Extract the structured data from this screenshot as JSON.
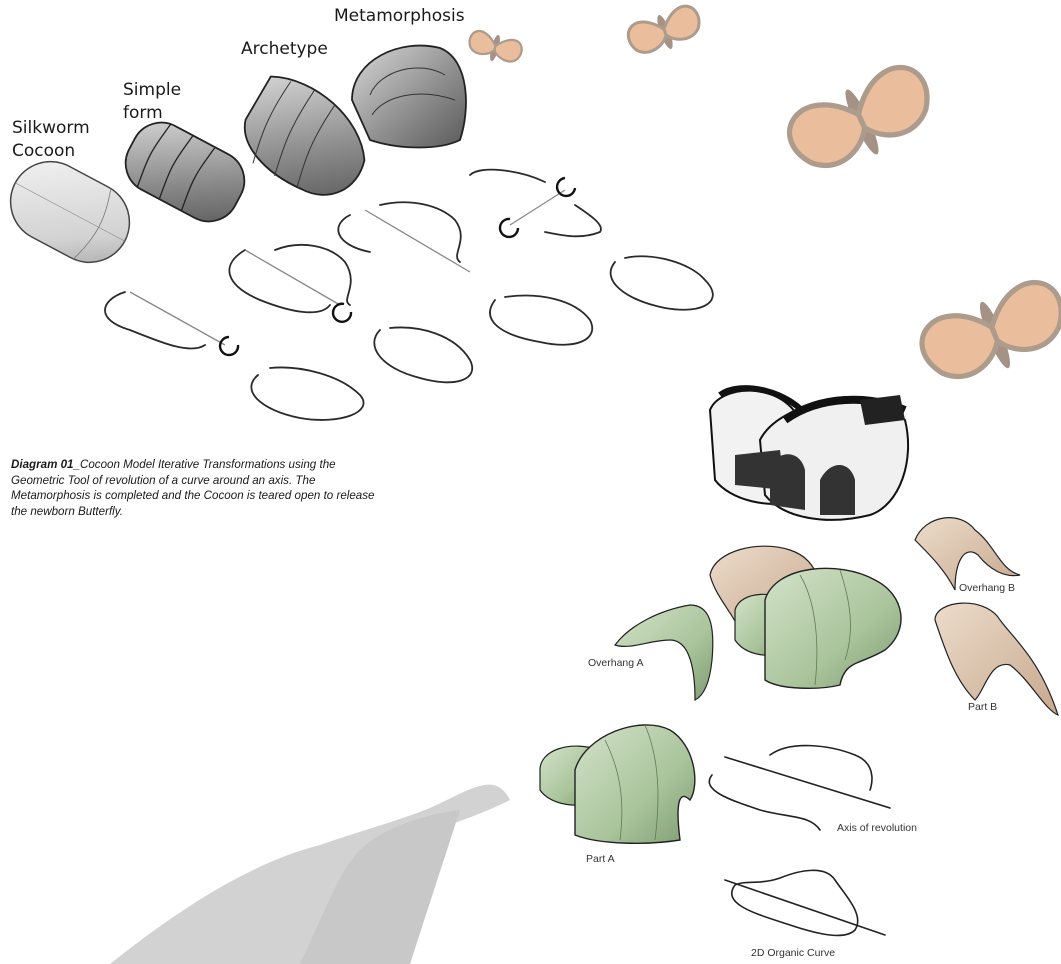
{
  "stages": {
    "silkworm_cocoon": "Silkworm\nCocoon",
    "simple_form": "Simple\nform",
    "archetype": "Archetype",
    "metamorphosis": "Metamorphosis"
  },
  "caption": {
    "title": "Diagram 01_",
    "body": "Cocoon Model Iterative Transformations using the Geometric Tool of revolution of a curve around an axis. The Metamorphosis is completed and the Cocoon is teared open to release the newborn Butterfly."
  },
  "parts": {
    "overhang_a": "Overhang A",
    "overhang_b": "Overhang B",
    "part_a": "Part A",
    "part_b": "Part B",
    "axis_of_revolution": "Axis of revolution",
    "organic_curve": "2D Organic Curve"
  },
  "colors": {
    "green_surface": "#b9cfae",
    "tan_surface": "#dcc3ab",
    "gray_surface": "#8e8e8e",
    "butterfly_orange": "#d98a4d",
    "silhouette": "#cfcfcf"
  }
}
